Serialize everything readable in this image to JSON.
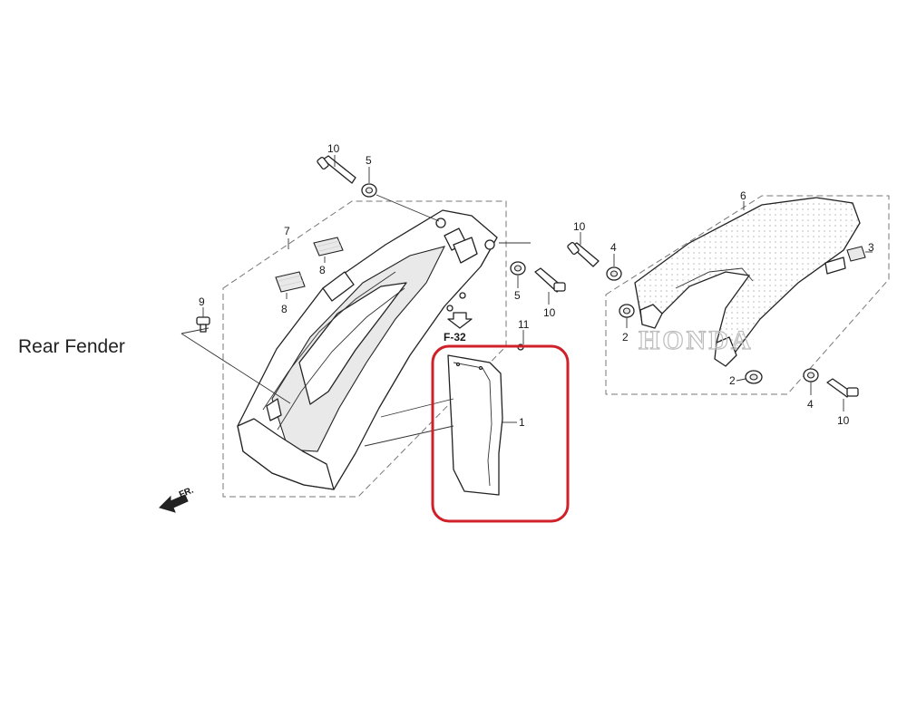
{
  "title": "Rear Fender",
  "front_marker": "FR.",
  "reference": "F-32",
  "brand": "HONDA",
  "highlight_color": "#d0202a",
  "callouts": [
    {
      "id": "c10a",
      "text": "10"
    },
    {
      "id": "c5a",
      "text": "5"
    },
    {
      "id": "c7",
      "text": "7"
    },
    {
      "id": "c8a",
      "text": "8"
    },
    {
      "id": "c8b",
      "text": "8"
    },
    {
      "id": "c9",
      "text": "9"
    },
    {
      "id": "c5b",
      "text": "5"
    },
    {
      "id": "c10b",
      "text": "10"
    },
    {
      "id": "c11",
      "text": "11"
    },
    {
      "id": "c1",
      "text": "1"
    },
    {
      "id": "c10c",
      "text": "10"
    },
    {
      "id": "c4a",
      "text": "4"
    },
    {
      "id": "c6",
      "text": "6"
    },
    {
      "id": "c3",
      "text": "3"
    },
    {
      "id": "c2a",
      "text": "2"
    },
    {
      "id": "c2b",
      "text": "2"
    },
    {
      "id": "c4b",
      "text": "4"
    },
    {
      "id": "c10d",
      "text": "10"
    }
  ]
}
